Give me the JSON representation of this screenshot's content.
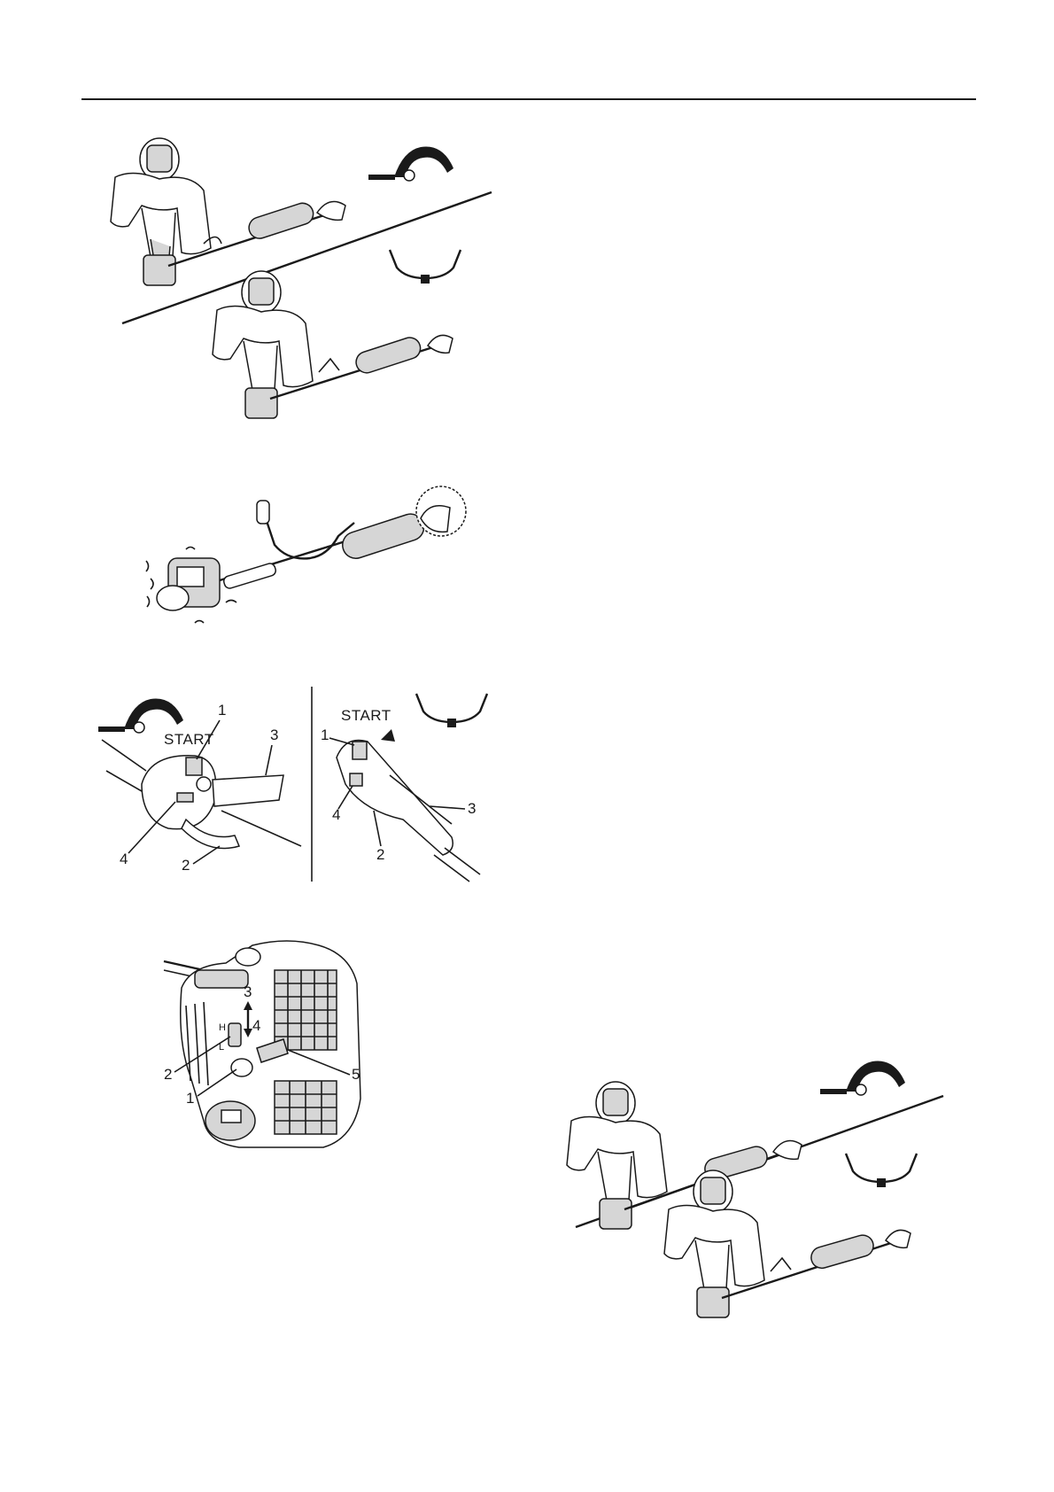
{
  "figures": {
    "fig3": {
      "start_left": "START",
      "start_right": "START",
      "left_callouts": [
        "1",
        "2",
        "3",
        "4"
      ],
      "right_callouts": [
        "1",
        "2",
        "3",
        "4"
      ]
    },
    "fig4": {
      "callouts": [
        "1",
        "2",
        "3",
        "4",
        "5"
      ],
      "lever_marks": [
        "H",
        "L"
      ]
    }
  },
  "icons": {
    "loop_handle": "loop-handle-icon",
    "bike_handle": "bike-handle-icon"
  },
  "colors": {
    "ink": "#1a1a1a",
    "paper": "#ffffff",
    "shade": "#d6d6d6"
  }
}
